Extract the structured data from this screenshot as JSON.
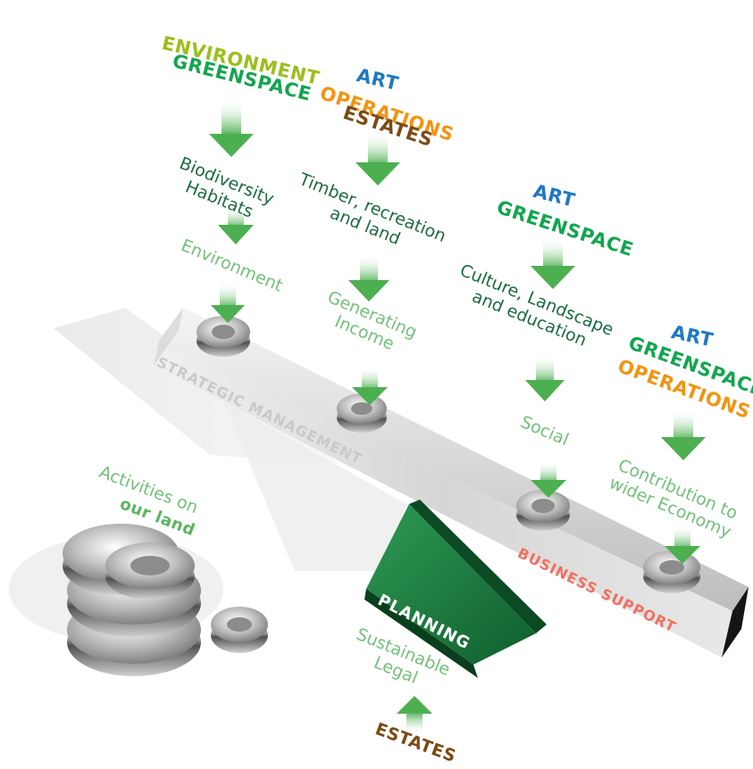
{
  "top_groups": {
    "environment": {
      "line1": "ENVIRONMENT",
      "line2": "GREENSPACE",
      "desc": "Biodiversity\nHabitats",
      "pillar": "Environment"
    },
    "income": {
      "line1": "ART",
      "line2": "OPERATIONS",
      "line3": "ESTATES",
      "desc": "Timber, recreation\nand land",
      "pillar": "Generating\nIncome"
    },
    "social": {
      "line1": "ART",
      "line2": "GREENSPACE",
      "desc": "Culture, Landscape\nand education",
      "pillar": "Social"
    },
    "economy": {
      "line1": "ART",
      "line2": "GREENSPACE",
      "line3": "OPERATIONS",
      "pillar": "Contribution to\nwider Economy"
    }
  },
  "beam": {
    "left_label": "STRATEGIC MANAGEMENT",
    "right_label": "BUSINESS SUPPORT"
  },
  "fulcrum": {
    "label": "PLANNING",
    "desc": "Sustainable\nLegal",
    "source": "ESTATES"
  },
  "activities": {
    "line1": "Activities on",
    "line2": "our land"
  },
  "colors": {
    "environment": "#9bbf1a",
    "greenspace": "#12a54f",
    "art": "#1f79c4",
    "operations": "#f29411",
    "estates": "#7a4a13",
    "planning": "#1b7a3c",
    "business_support": "#f07060"
  },
  "icons": [
    "arrow-down-icon",
    "arrow-up-icon",
    "coin-icon"
  ]
}
